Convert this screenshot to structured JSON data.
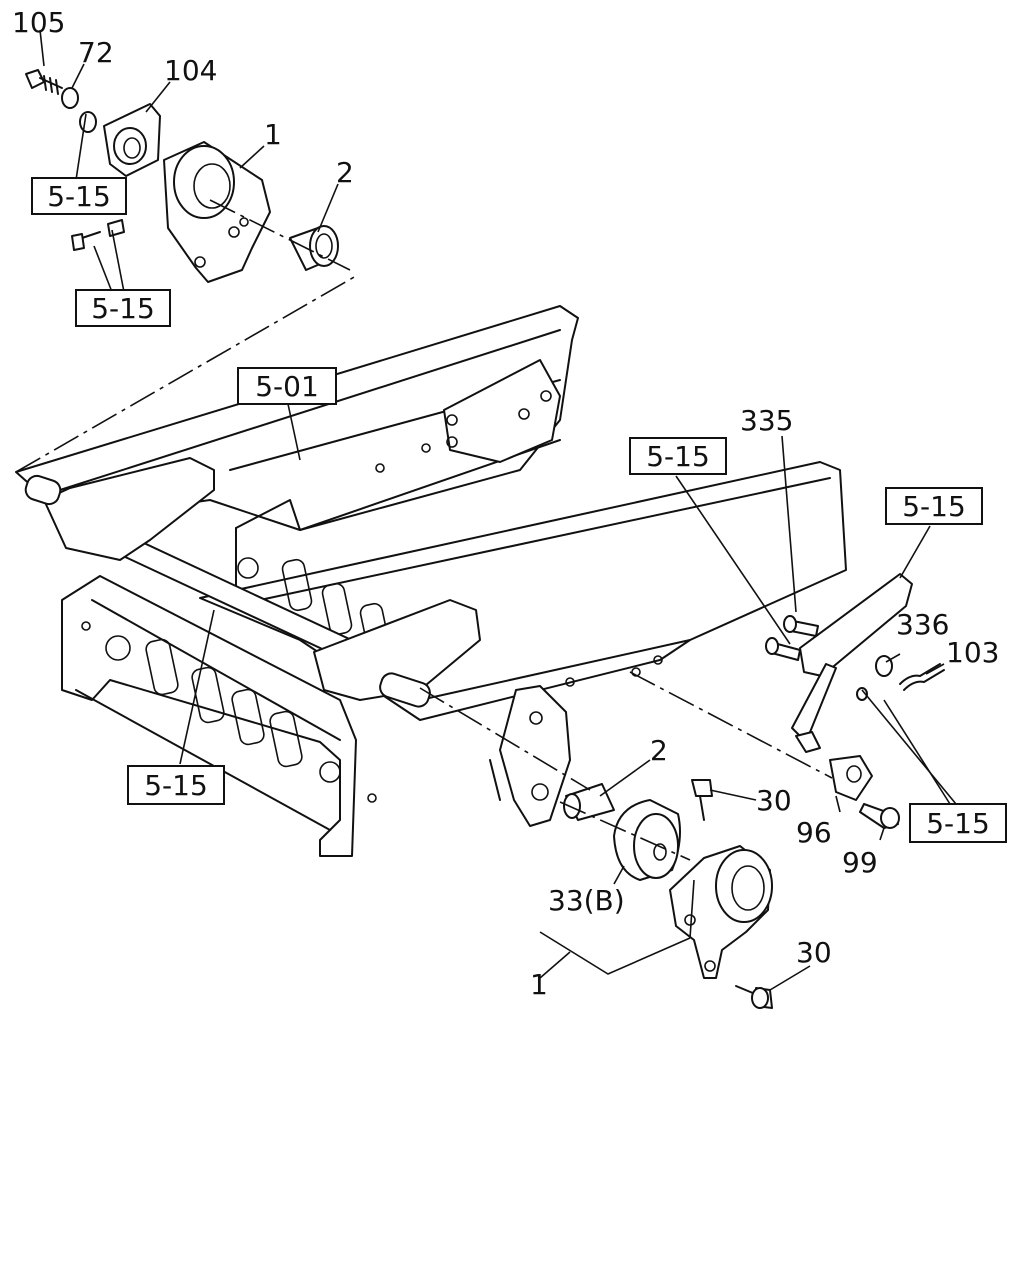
{
  "diagram": {
    "callouts": {
      "c105": "105",
      "c72": "72",
      "c104": "104",
      "c1_top": "1",
      "c2_top": "2",
      "c335": "335",
      "c336": "336",
      "c103": "103",
      "c2_mid": "2",
      "c30_a": "30",
      "c96": "96",
      "c99": "99",
      "c33b": "33(B)",
      "c1_bot": "1",
      "c30_b": "30"
    },
    "refs": {
      "r_top1": "5-15",
      "r_top2": "5-15",
      "r_frame": "5-01",
      "r_mid": "5-15",
      "r_right_upper": "5-15",
      "r_left_lower": "5-15",
      "r_right_lower": "5-15"
    }
  }
}
